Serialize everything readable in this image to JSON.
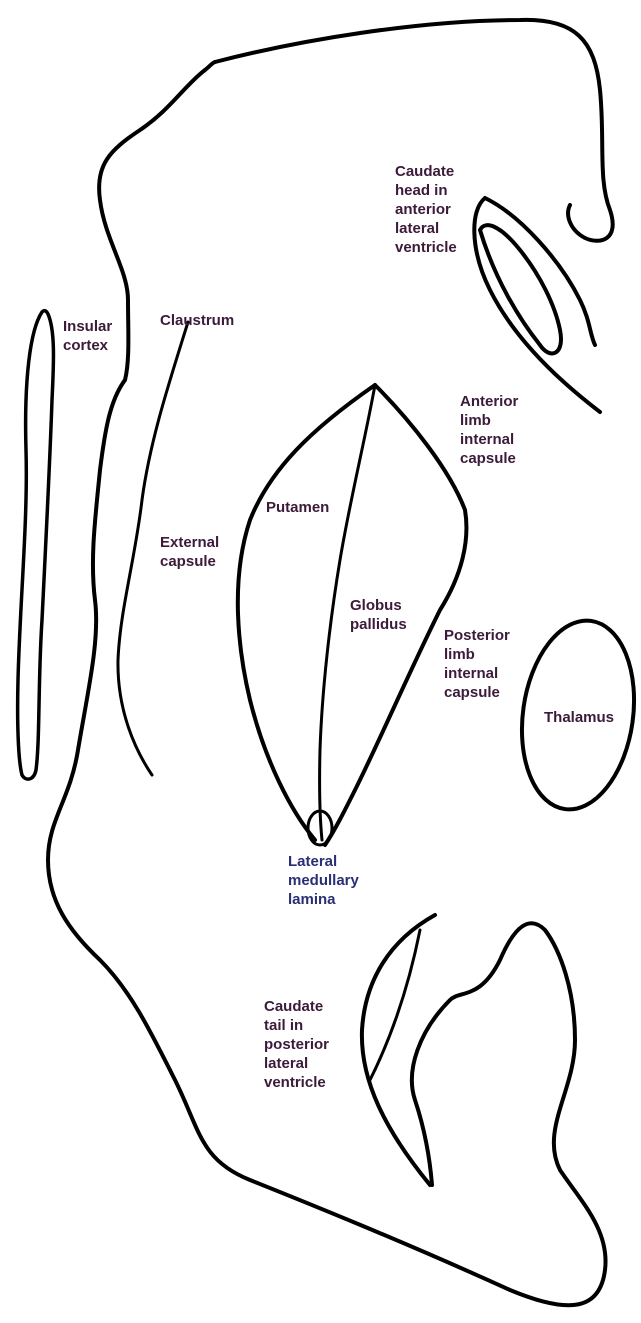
{
  "labels": {
    "caudate_head": [
      "Caudate",
      "head in",
      "anterior",
      "lateral",
      "ventricle"
    ],
    "insular_cortex": [
      "Insular",
      "cortex"
    ],
    "claustrum": [
      "Claustrum"
    ],
    "anterior_limb": [
      "Anterior",
      "limb",
      "internal",
      "capsule"
    ],
    "putamen": [
      "Putamen"
    ],
    "external_capsule": [
      "External",
      "capsule"
    ],
    "globus_pallidus": [
      "Globus",
      "pallidus"
    ],
    "posterior_limb": [
      "Posterior",
      "limb",
      "internal",
      "capsule"
    ],
    "thalamus": [
      "Thalamus"
    ],
    "lateral_medullary_lamina": [
      "Lateral",
      "medullary",
      "lamina"
    ],
    "caudate_tail": [
      "Caudate",
      "tail in",
      "posterior",
      "lateral",
      "ventricle"
    ]
  },
  "colors": {
    "line": "#000000",
    "label_text": "#3b1a3a",
    "label_text_blue": "#2a2f74"
  }
}
